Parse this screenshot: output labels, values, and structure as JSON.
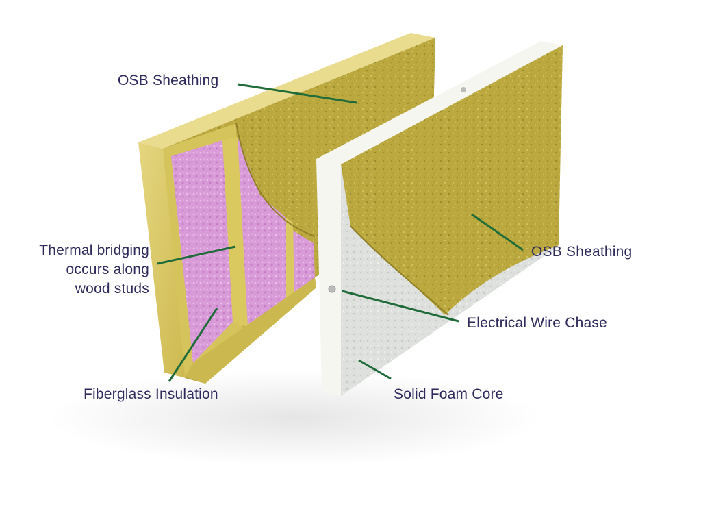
{
  "labels": {
    "osb_sheathing_left": "OSB Sheathing",
    "thermal_bridging": [
      "Thermal bridging",
      "occurs along",
      "wood studs"
    ],
    "fiberglass_insulation": "Fiberglass Insulation",
    "osb_sheathing_right": "OSB Sheathing",
    "electrical_wire_chase": "Electrical Wire Chase",
    "solid_foam_core": "Solid Foam Core"
  },
  "colors": {
    "label_text": "#2e2a5c",
    "leader_line": "#1f6b3a",
    "osb": "#b9a83e",
    "lumber": "#dccb6a",
    "insulation": "#d99ad9",
    "foam": "#dcdedb",
    "foam_edge": "#f7f7f2"
  }
}
